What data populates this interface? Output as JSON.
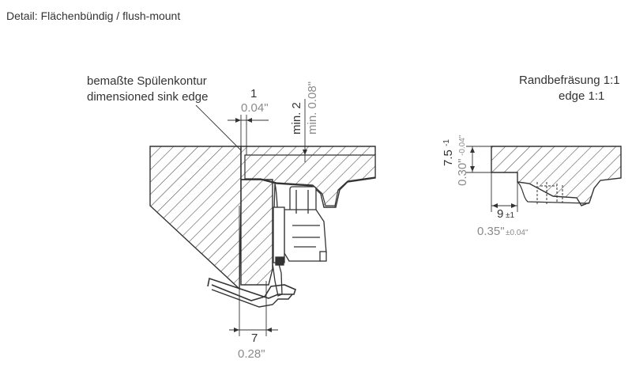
{
  "page": {
    "title": "Detail: Flächenbündig / flush-mount"
  },
  "colors": {
    "line": "#333333",
    "gray_text": "#8a8a8a",
    "dark_text": "#333333"
  },
  "main_detail": {
    "callout_de": "bemaßte Spülenkontur",
    "callout_en": "dimensioned sink edge",
    "dim_top_mm": "1",
    "dim_top_in": "0.04\"",
    "dim_vert_mm": "min. 2",
    "dim_vert_in": "min. 0.08\"",
    "dim_bottom_mm": "7",
    "dim_bottom_in": "0.28\""
  },
  "edge_detail": {
    "title_de": "Randbefräsung 1:1",
    "title_en": "edge 1:1",
    "dim_height_mm": "7.5",
    "dim_height_tol_mm": "-1",
    "dim_height_in": "0.30\"",
    "dim_height_tol_in": "-0.04\"",
    "dim_width_mm": "9",
    "dim_width_tol_mm": "±1",
    "dim_width_in": "0.35\"",
    "dim_width_tol_in": "±0.04\""
  }
}
